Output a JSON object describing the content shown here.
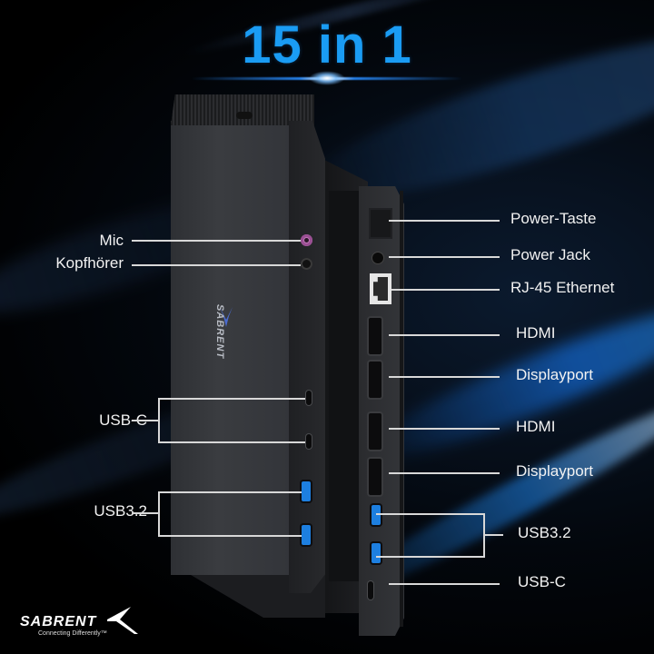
{
  "header": {
    "title": "15 in 1",
    "title_color": "#1a9cf4"
  },
  "left_labels": {
    "mic": "Mic",
    "headphones": "Kopfhörer",
    "usb_c": "USB-C",
    "usb32": "USB3.2"
  },
  "right_labels": {
    "power_button": "Power-Taste",
    "power_jack": "Power Jack",
    "ethernet": "RJ-45 Ethernet",
    "hdmi_1": "HDMI",
    "displayport_1": "Displayport",
    "hdmi_2": "HDMI",
    "displayport_2": "Displayport",
    "usb32": "USB3.2",
    "usb_c": "USB-C"
  },
  "device": {
    "body_logo": "SABRENT",
    "mic_color": "#c276b8",
    "usb_a_color": "#1d7fe0"
  },
  "brand": {
    "name": "SABRENT",
    "tagline": "Connecting Differently™"
  }
}
